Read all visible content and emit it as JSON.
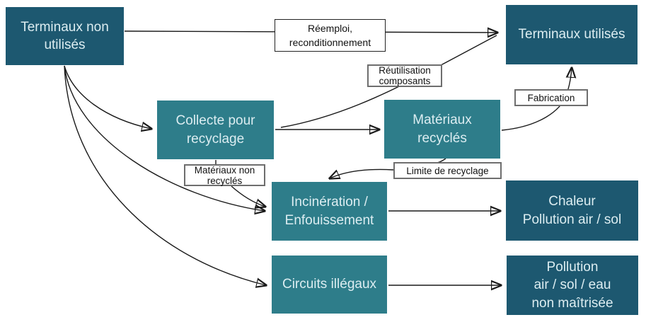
{
  "diagram": {
    "description": "Flow diagram of fate of unused devices: reuse, recycling, incineration, illegal circuits",
    "colors": {
      "background": "#ffffff",
      "node_dark": "#1d5870",
      "node_medium": "#2e7d8a",
      "node_text": "#dcedf1",
      "label_bg": "#ffffff",
      "label_text": "#111111",
      "label_border": "#6e6e6e",
      "arrow": "#1a1a1a"
    },
    "boxes": {
      "terminaux_non_utilises": {
        "lines": [
          "Terminaux non",
          "utilisés"
        ]
      },
      "terminaux_utilises": {
        "lines": [
          "Terminaux utilisés"
        ]
      },
      "collecte_pour_recyclage": {
        "lines": [
          "Collecte pour",
          "recyclage"
        ]
      },
      "materiaux_recycles": {
        "lines": [
          "Matériaux",
          "recyclés"
        ]
      },
      "incineration_enfouissement": {
        "lines": [
          "Incinération /",
          "Enfouissement"
        ]
      },
      "chaleur_pollution": {
        "lines": [
          "Chaleur",
          "Pollution air / sol"
        ]
      },
      "circuits_illegaux": {
        "lines": [
          "Circuits illégaux"
        ]
      },
      "pollution_non_maitrisee": {
        "lines": [
          "Pollution",
          "air / sol / eau",
          "non maîtrisée"
        ]
      }
    },
    "labels": {
      "reemploi": {
        "lines": [
          "Réemploi,",
          "reconditionnement"
        ]
      },
      "reutilisation": {
        "lines": [
          "Réutilisation",
          "composants"
        ]
      },
      "fabrication": {
        "lines": [
          "Fabrication"
        ]
      },
      "materiaux_non_recycles": {
        "lines": [
          "Matériaux non",
          "recyclés"
        ]
      },
      "limite_recyclage": {
        "lines": [
          "Limite de recyclage"
        ]
      }
    },
    "edges": [
      {
        "from": "terminaux-non-utilises",
        "to": "terminaux-utilises",
        "label": "Réemploi, reconditionnement"
      },
      {
        "from": "terminaux-non-utilises",
        "to": "collecte-pour-recyclage",
        "label": ""
      },
      {
        "from": "terminaux-non-utilises",
        "to": "incineration-enfouissement",
        "label": ""
      },
      {
        "from": "terminaux-non-utilises",
        "to": "circuits-illegaux",
        "label": ""
      },
      {
        "from": "collecte-pour-recyclage",
        "to": "materiaux-recycles",
        "label": ""
      },
      {
        "from": "collecte-pour-recyclage",
        "to": "terminaux-utilises",
        "label": "Réutilisation composants"
      },
      {
        "from": "collecte-pour-recyclage",
        "to": "incineration-enfouissement",
        "label": "Matériaux non recyclés"
      },
      {
        "from": "materiaux-recycles",
        "to": "terminaux-utilises",
        "label": "Fabrication"
      },
      {
        "from": "materiaux-recycles",
        "to": "incineration-enfouissement",
        "label": "Limite de recyclage"
      },
      {
        "from": "incineration-enfouissement",
        "to": "chaleur-pollution",
        "label": ""
      },
      {
        "from": "circuits-illegaux",
        "to": "pollution-non-maitrisee",
        "label": ""
      }
    ]
  }
}
